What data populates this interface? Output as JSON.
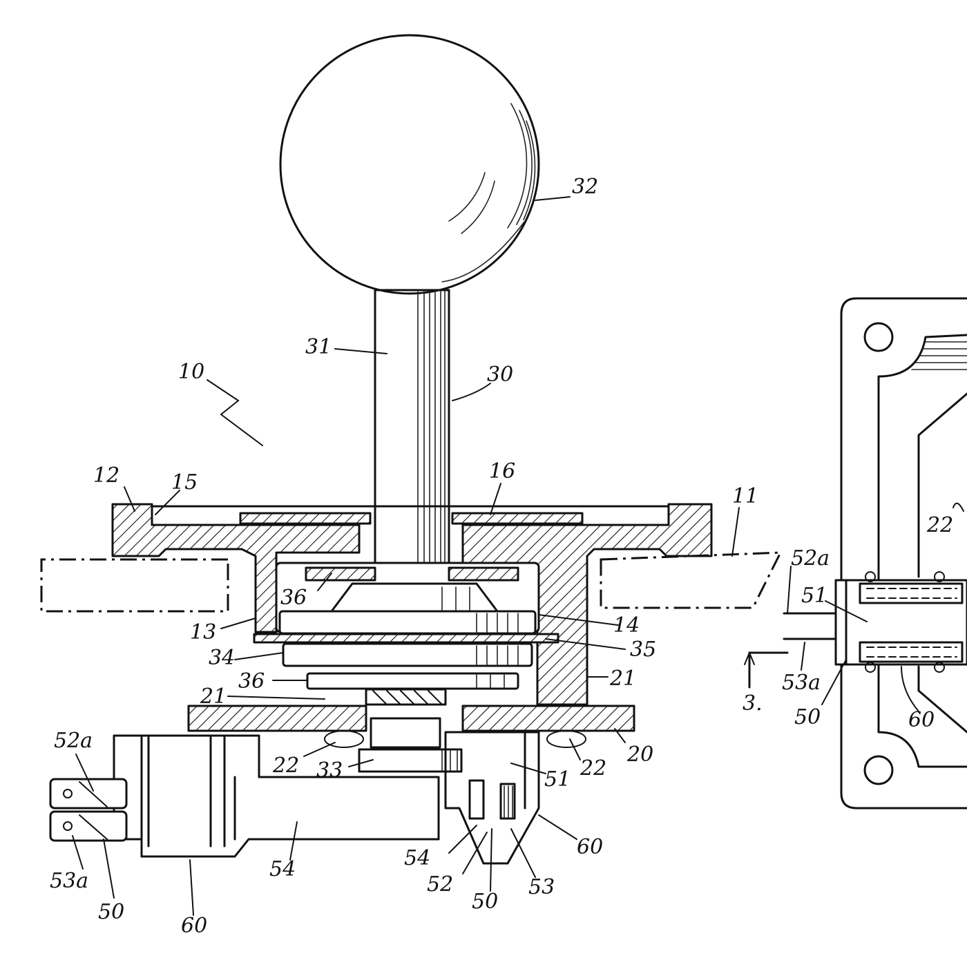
{
  "labels": {
    "l10": "10",
    "l11": "11",
    "l12": "12",
    "l13": "13",
    "l14": "14",
    "l15": "15",
    "l16": "16",
    "l20": "20",
    "l21a": "21",
    "l21b": "21",
    "l22a": "22",
    "l22b": "22",
    "l22c": "22",
    "l30": "30",
    "l31": "31",
    "l32": "32",
    "l33": "33",
    "l34": "34",
    "l35": "35",
    "l36a": "36",
    "l36b": "36",
    "l50a": "50",
    "l50b": "50",
    "l50c": "50",
    "l51a": "51",
    "l51b": "51",
    "l52": "52",
    "l52a1": "52a",
    "l52a2": "52a",
    "l53": "53",
    "l53a1": "53a",
    "l53a2": "53a",
    "l54a": "54",
    "l54b": "54",
    "l60a": "60",
    "l60b": "60",
    "l60c": "60",
    "lsect": "3."
  }
}
